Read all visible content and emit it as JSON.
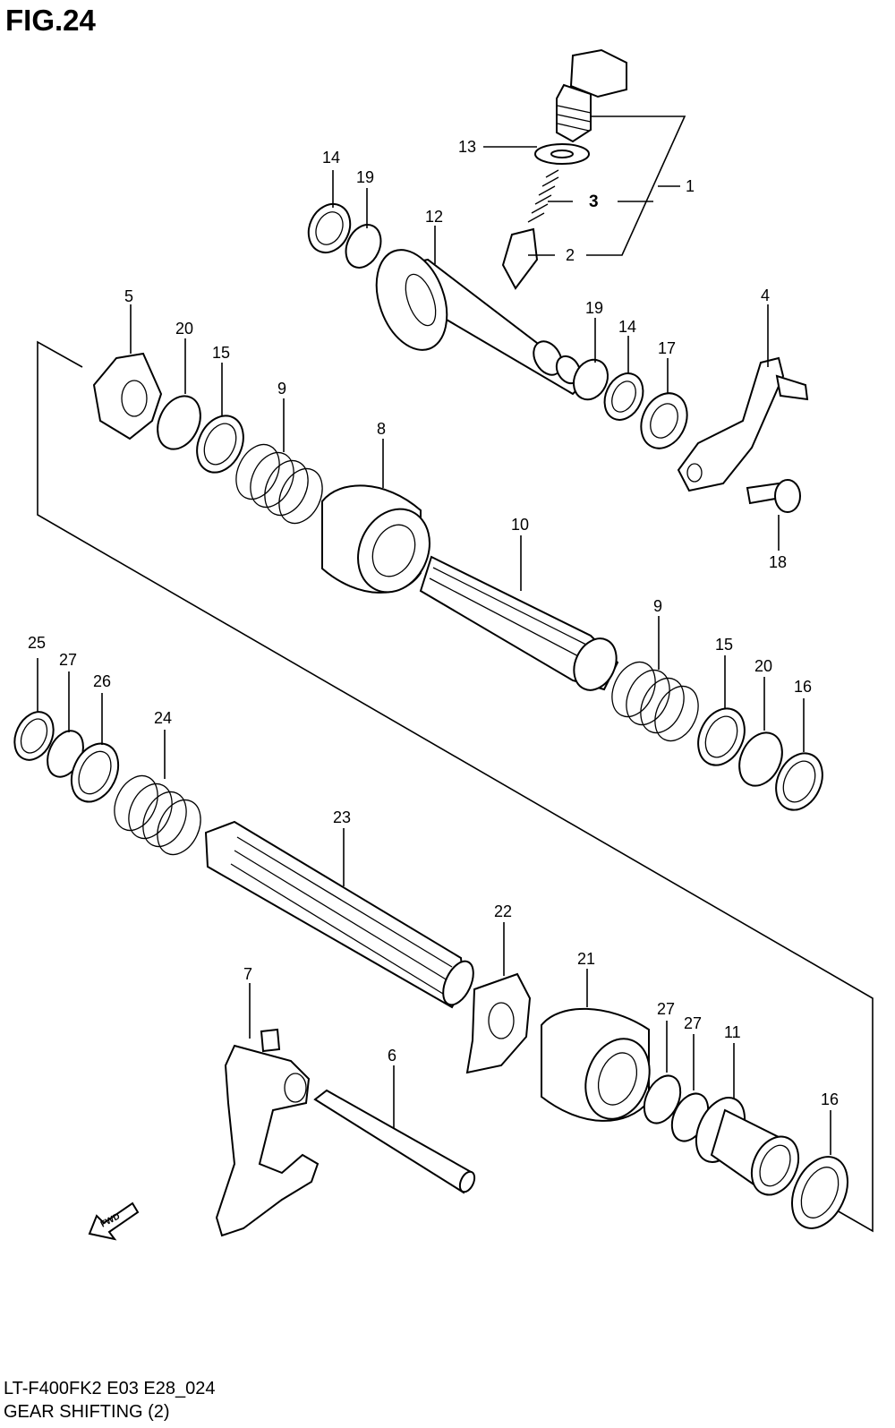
{
  "figure": {
    "title": "FIG.24",
    "code": "LT-F400FK2 E03 E28_024",
    "name": "GEAR SHIFTING (2)",
    "fwd_label": "FWD"
  },
  "callouts": [
    "1",
    "2",
    "3",
    "13",
    "14",
    "19",
    "12",
    "5",
    "20",
    "15",
    "9",
    "8",
    "19",
    "14",
    "17",
    "4",
    "18",
    "10",
    "9",
    "15",
    "20",
    "16",
    "25",
    "27",
    "26",
    "24",
    "23",
    "22",
    "21",
    "27",
    "27",
    "11",
    "16",
    "7",
    "6"
  ]
}
